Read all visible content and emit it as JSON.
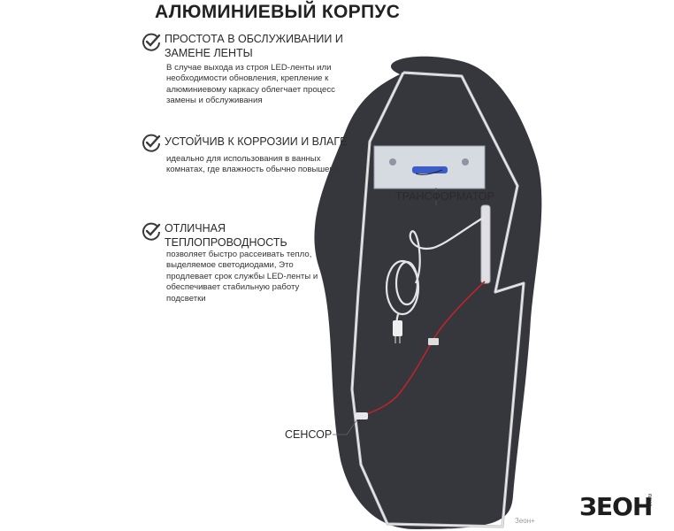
{
  "title": "АЛЮМИНИЕВЫЙ КОРПУС",
  "features": [
    {
      "title": "ПРОСТОТА В ОБСЛУЖИВАНИИ И ЗАМЕНЕ ЛЕНТЫ",
      "description": "В случае выхода из строя LED-ленты или необходимости обновления, крепление к алюминиевому каркасу облегчает процесс замены и обслуживания",
      "icon": "check-circle-icon"
    },
    {
      "title": "УСТОЙЧИВ К КОРРОЗИИ И ВЛАГЕ",
      "description": "идеально для использования в ванных комнатах, где влажность обычно повышена",
      "icon": "check-circle-icon"
    },
    {
      "title": "ОТЛИЧНАЯ ТЕПЛОПРОВОДНОСТЬ",
      "description": "позволяет быстро рассеивать тепло, выделяемое светодиодами, Это продлевает срок службы LED-ленты и обеспечивает стабильную работу подсветки",
      "icon": "check-circle-icon"
    }
  ],
  "labels": {
    "transformer": "ТРАНСФОРМАТОР",
    "sensor": "СЕНСОР"
  },
  "logo": {
    "text": "ЗЕОН",
    "sub": "плюс"
  },
  "watermark": "Зеон+",
  "colors": {
    "panel": "#36363d",
    "frame": "#c8c8cc",
    "wire_red": "#b8262b",
    "check": "#3a3a3a"
  }
}
